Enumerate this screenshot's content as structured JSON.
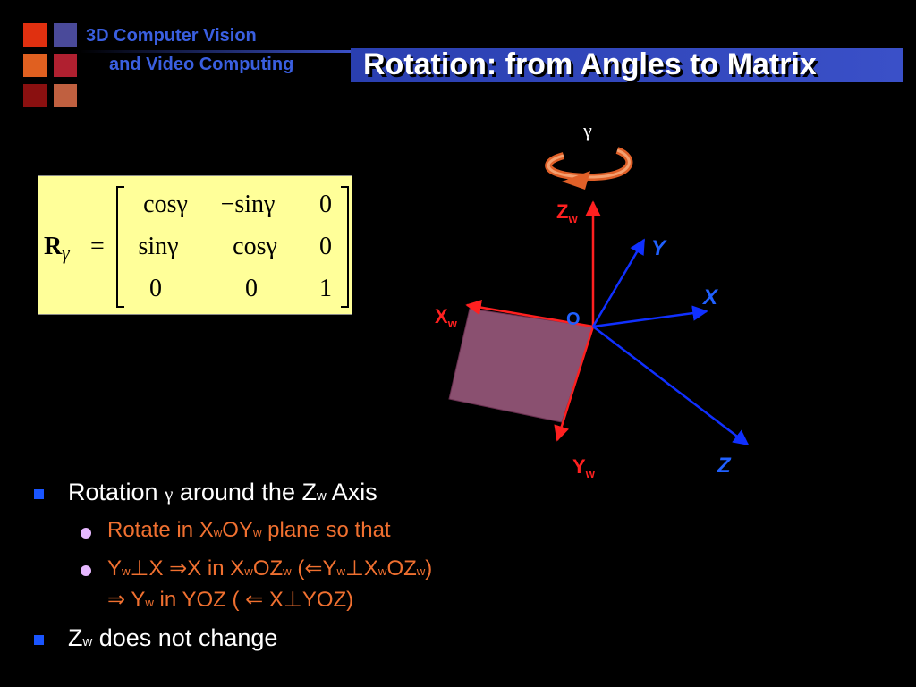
{
  "header": {
    "course_line1": "3D Computer Vision",
    "course_line2": "and Video Computing",
    "title": "Rotation: from Angles to Matrix",
    "logo_colors": [
      "#e03010",
      "#4a4a9a",
      "#e06020",
      "#b02030",
      "#8a1010",
      "#c06040"
    ]
  },
  "matrix": {
    "lhs_bold": "R",
    "lhs_sub": "γ",
    "equals": "=",
    "rows": [
      [
        "cosγ",
        "−sinγ",
        "0"
      ],
      [
        "sinγ",
        "cosγ",
        "0"
      ],
      [
        "0",
        "0",
        "1"
      ]
    ]
  },
  "diagram": {
    "gamma": "γ",
    "origin": "O",
    "zw": "Z",
    "xw": "X",
    "yw": "Y",
    "sub_w": "w",
    "y": "Y",
    "x": "X",
    "z": "Z"
  },
  "bullets": {
    "b1_pre": "Rotation ",
    "b1_gamma": "γ",
    "b1_mid": " around the Z",
    "b1_sub": "w",
    "b1_post": " Axis",
    "s1": {
      "t1": "Rotate in X",
      "w1": "w",
      "t2": "OY",
      "w2": "w",
      "t3": " plane so that"
    },
    "s2": {
      "t1": "Y",
      "w1": "w",
      "t2": "⊥X ⇒X in X",
      "w2": "w",
      "t3": "OZ",
      "w3": "w",
      "t4": " (⇐Y",
      "w4": "w",
      "t5": "⊥X",
      "w5": "w",
      "t6": "OZ",
      "w6": "w",
      "t7": ")"
    },
    "s3": {
      "t1": "⇒ Y",
      "w1": "w",
      "t2": " in YOZ ( ⇐ X⊥YOZ)"
    },
    "b2_pre": "Z",
    "b2_sub": "w",
    "b2_post": " does not change"
  }
}
